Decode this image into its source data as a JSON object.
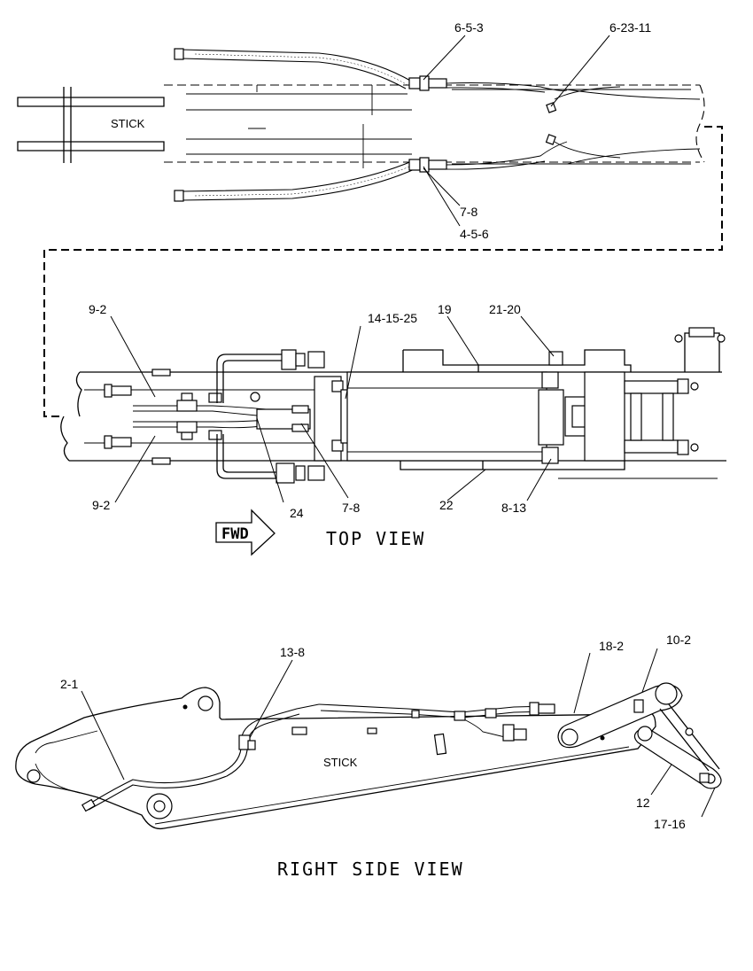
{
  "callouts": {
    "c_6_5_3": "6-5-3",
    "c_6_23_11": "6-23-11",
    "c_7_8_top": "7-8",
    "c_4_5_6": "4-5-6",
    "c_9_2_top": "9-2",
    "c_14_15_25": "14-15-25",
    "c_19": "19",
    "c_21_20": "21-20",
    "c_9_2_bottom": "9-2",
    "c_24": "24",
    "c_7_8_mid": "7-8",
    "c_22": "22",
    "c_8_13": "8-13",
    "c_13_8": "13-8",
    "c_2_1": "2-1",
    "c_18_2": "18-2",
    "c_10_2": "10-2",
    "c_12": "12",
    "c_17_16": "17-16"
  },
  "labels": {
    "stick_top": "STICK",
    "stick_side": "STICK",
    "fwd": "FWD",
    "top_view": "TOP VIEW",
    "right_side_view": "RIGHT SIDE VIEW"
  }
}
